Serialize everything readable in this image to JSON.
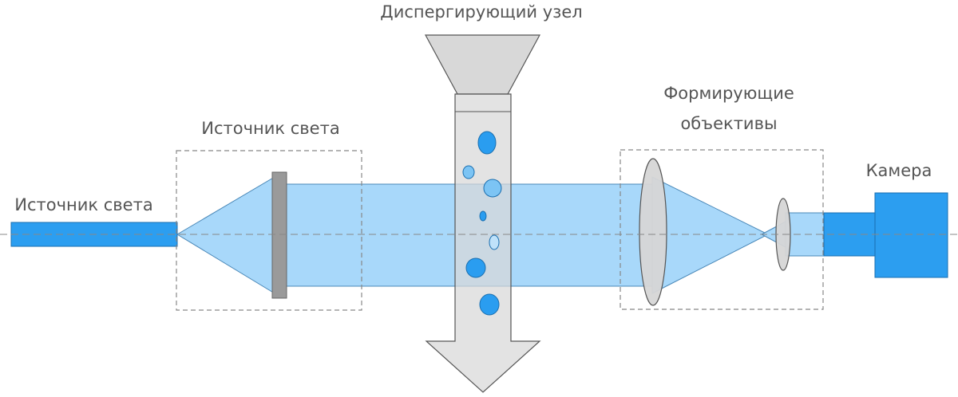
{
  "labels": {
    "dispersing_unit": "Диспергирующий узел",
    "light_source_box": "Источник света",
    "light_source_fiber": "Источник света",
    "forming_lenses_line1": "Формирующие",
    "forming_lenses_line2": "объективы",
    "camera": "Камера"
  },
  "colors": {
    "beam_fill": "#a8d8fa",
    "beam_stroke": "#4a88b8",
    "fiber": "#2c9ef0",
    "camera": "#2c9ef0",
    "camera_stroke": "#1a6fb0",
    "particle": "#2a9df0",
    "hopper": "#d8d8d8",
    "filter": "#9a9a9a",
    "lens": "#d6d6d6",
    "dashed_box": "#888888",
    "axis": "#888888",
    "label": "#555555"
  },
  "icons": {
    "fiber": "light-source-fiber-icon",
    "filter": "filter-plate-icon",
    "hopper": "hopper-icon",
    "lens_large": "objective-lens-icon",
    "lens_small": "eyepiece-lens-icon",
    "camera": "camera-icon"
  }
}
